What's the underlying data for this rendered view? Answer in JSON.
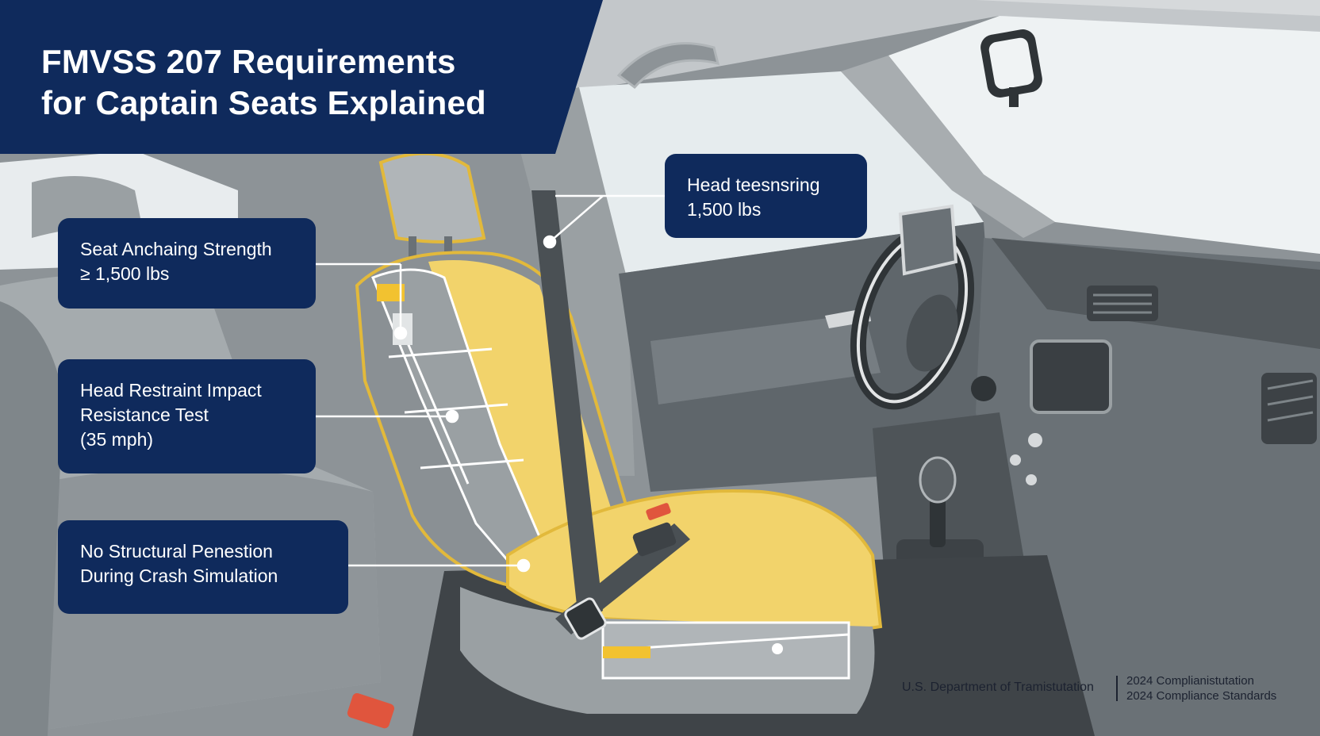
{
  "title": {
    "line1": "FMVSS 207 Requirements",
    "line2": "for Captain Seats Explained"
  },
  "callouts": [
    {
      "id": "seat-anchorage",
      "lines": [
        "Seat Anchaing Strength",
        "≥ 1,500 lbs"
      ]
    },
    {
      "id": "head-restraint",
      "lines": [
        "Head Restraint Impact",
        "Resistance Test",
        "(35 mph)"
      ]
    },
    {
      "id": "no-penetration",
      "lines": [
        "No Structural Penestion",
        "During Crash Simulation"
      ]
    },
    {
      "id": "head-tensioning",
      "lines": [
        "Head teesnsring",
        "1,500 lbs"
      ]
    }
  ],
  "footer": {
    "source": "U.S. Department of Tramistutation",
    "right_line1": "2024 Complianistutation",
    "right_line2": "2024 Compliance Standards"
  },
  "colors": {
    "banner": "#0f2a5c",
    "seat_highlight": "#f2d36b",
    "seat_edge": "#e2b93b",
    "interior_dark": "#555c61",
    "interior_mid": "#7d8488",
    "interior_light": "#b0b5b8",
    "window": "#e9eef0",
    "accent_red": "#e0553d"
  },
  "icons": [
    "rearview-mirror-icon",
    "steering-wheel-icon",
    "seatbelt-buckle-icon",
    "gear-shifter-icon",
    "air-vent-icon"
  ]
}
